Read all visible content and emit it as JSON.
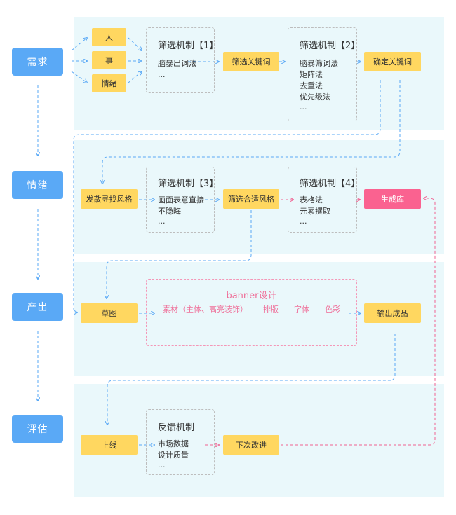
{
  "stages": [
    "需求",
    "情绪",
    "产出",
    "评估"
  ],
  "row1": {
    "people": "人",
    "matter": "事",
    "emotion": "情绪",
    "mech1": {
      "title": "筛选机制【1】",
      "lines": [
        "脑暴出词法",
        "..."
      ]
    },
    "filter_keywords": "筛选关键词",
    "mech2": {
      "title": "筛选机制【2】",
      "lines": [
        "脑暴筛词法",
        "矩阵法",
        "去重法",
        "优先级法",
        "..."
      ]
    },
    "confirm_keywords": "确定关键词"
  },
  "row2": {
    "diverge": "发散寻找风格",
    "mech3": {
      "title": "筛选机制【3】",
      "lines": [
        "画面表意直接",
        "不隐晦",
        "..."
      ]
    },
    "filter_style": "筛选合适风格",
    "mech4": {
      "title": "筛选机制【4】",
      "lines": [
        "表格法",
        "元素攫取",
        "..."
      ]
    },
    "library": "生成库"
  },
  "row3": {
    "sketch": "草图",
    "banner": {
      "title": "banner设计",
      "items": [
        "素材（主体、高亮装饰）",
        "排版",
        "字体",
        "色彩"
      ]
    },
    "output": "输出成品"
  },
  "row4": {
    "launch": "上线",
    "feedback": {
      "title": "反馈机制",
      "lines": [
        "市场数据",
        "设计质量",
        "..."
      ]
    },
    "next": "下次改进"
  },
  "colors": {
    "stage": "#5aa9f6",
    "box": "#ffd760",
    "accent": "#fa6290",
    "band": "#eaf8fb",
    "flow": "#5aa9f6",
    "pink_flow": "#f06292"
  }
}
